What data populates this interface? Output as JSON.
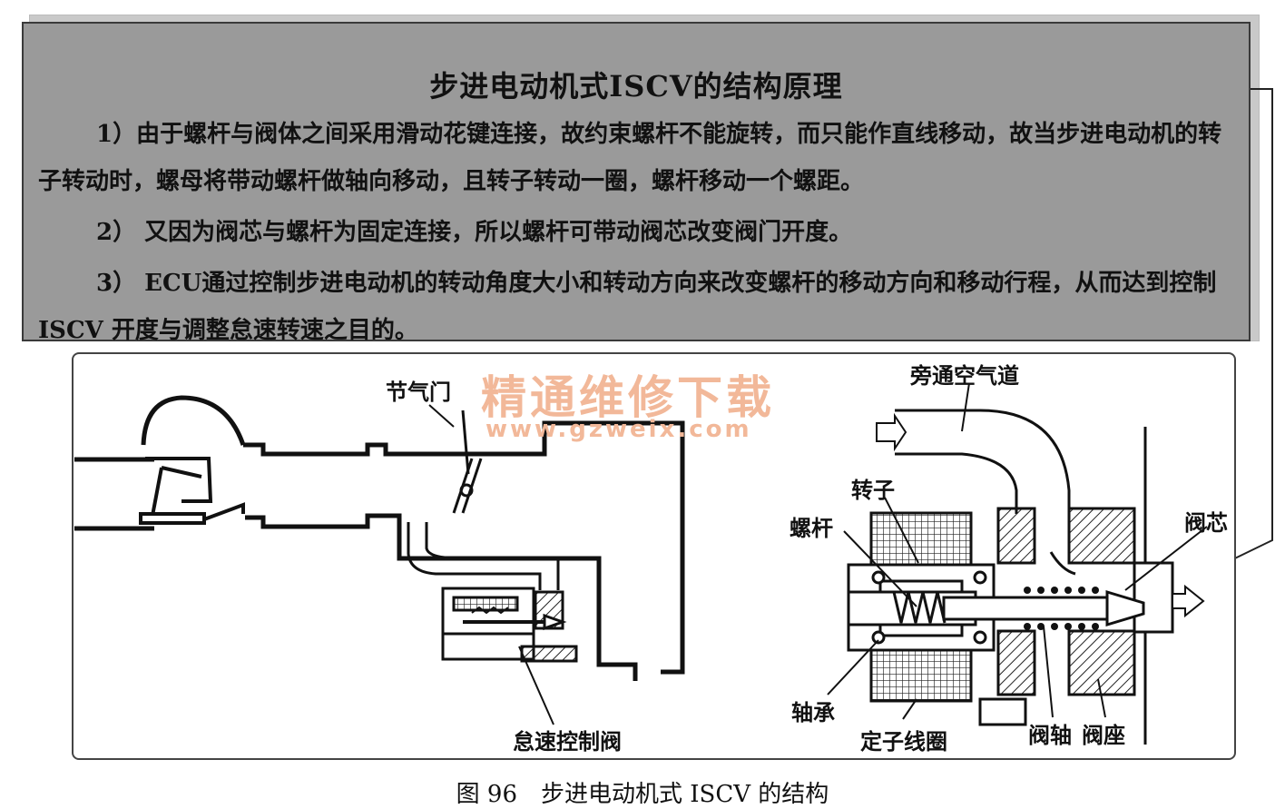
{
  "card": {
    "title": "步进电动机式ISCV的结构原理",
    "paragraphs": [
      "1）由于螺杆与阀体之间采用滑动花键连接，故约束螺杆不能旋转，而只能作直线移动，故当步进电动机的转子转动时，螺母将带动螺杆做轴向移动，且转子转动一圈，螺杆移动一个螺距。",
      "2） 又因为阀芯与螺杆为固定连接，所以螺杆可带动阀芯改变阀门开度。",
      "3） ECU通过控制步进电动机的转动角度大小和转动方向来改变螺杆的移动方向和移动行程，从而达到控制ISCV 开度与调整怠速转速之目的。"
    ]
  },
  "diagram": {
    "labels": {
      "throttle": "节气门",
      "idle_valve": "怠速控制阀",
      "bypass": "旁通空气道",
      "rotor": "转子",
      "screw": "螺杆",
      "valve_core": "阀芯",
      "bearing": "轴承",
      "stator_coil": "定子线圈",
      "valve_shaft": "阀轴",
      "valve_seat": "阀座"
    },
    "watermark": {
      "cn": "精通维修下载",
      "url": "www.gzweix.com"
    }
  },
  "caption": "图 96　步进电动机式 ISCV 的结构"
}
